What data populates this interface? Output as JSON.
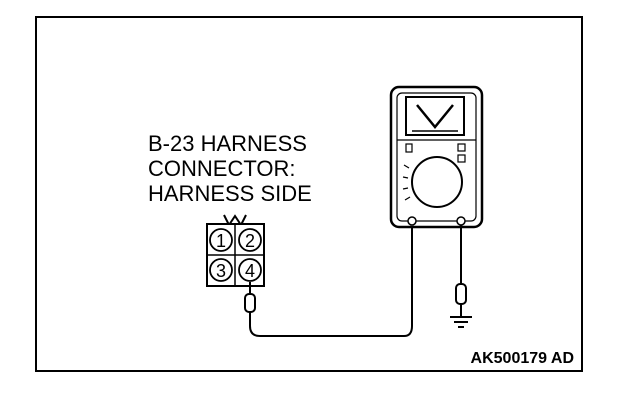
{
  "connector": {
    "label_lines": [
      "B-23 HARNESS",
      "CONNECTOR:",
      "HARNESS SIDE"
    ],
    "pins": [
      "1",
      "2",
      "3",
      "4"
    ],
    "probed_pin": "4"
  },
  "meter": {
    "display_symbol": "V",
    "function": "voltmeter",
    "lead_to_connector_pin": "4",
    "lead_to": "ground"
  },
  "reference_code": "AK500179 AD",
  "colors": {
    "ink": "#000000",
    "background": "#ffffff"
  }
}
